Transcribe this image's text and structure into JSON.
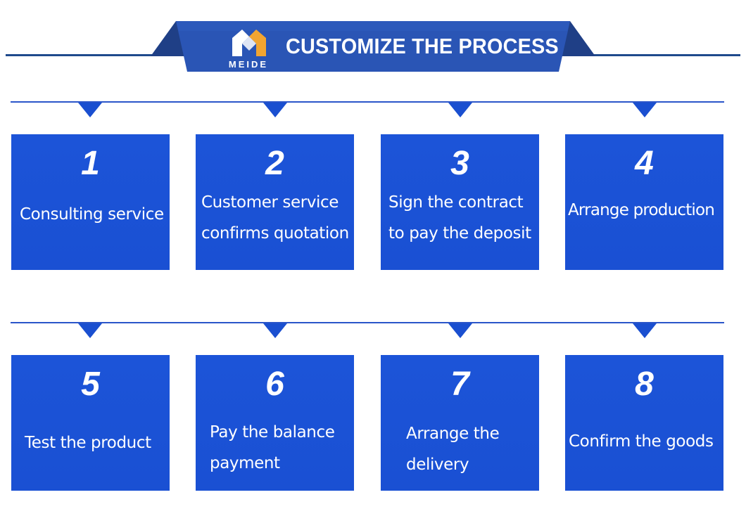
{
  "banner": {
    "title": "CUSTOMIZE THE PROCESS",
    "logo_text": "MEIDE",
    "colors": {
      "banner_dark": "#1f3f86",
      "banner_mid": "#2a55b5",
      "logo_orange": "#f2a531"
    }
  },
  "colors": {
    "card_blue": "#1b52d6",
    "line_blue": "#2a55c9",
    "header_line": "#1f4a8c"
  },
  "steps": [
    {
      "number": "1",
      "lines": [
        "Consulting service"
      ]
    },
    {
      "number": "2",
      "lines": [
        "Customer service",
        "confirms quotation"
      ]
    },
    {
      "number": "3",
      "lines": [
        "Sign the contract",
        "to pay the deposit"
      ]
    },
    {
      "number": "4",
      "lines": [
        "Arrange production"
      ]
    },
    {
      "number": "5",
      "lines": [
        "Test the product"
      ]
    },
    {
      "number": "6",
      "lines": [
        "Pay the balance",
        "payment"
      ]
    },
    {
      "number": "7",
      "lines": [
        "Arrange the",
        "delivery"
      ]
    },
    {
      "number": "8",
      "lines": [
        "Confirm the goods"
      ]
    }
  ]
}
